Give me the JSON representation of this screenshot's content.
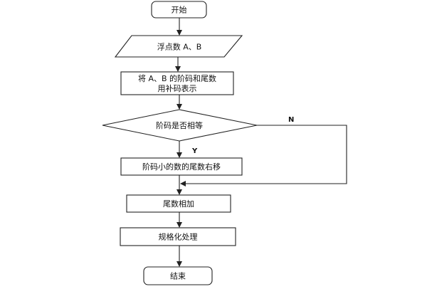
{
  "flowchart": {
    "nodes": {
      "start": "开始",
      "input": "浮点数 A、B",
      "convert_line1": "将 A、B 的阶码和尾数",
      "convert_line2": "用补码表示",
      "decision": "阶码是否相等",
      "shift": "阶码小的数的尾数右移",
      "add": "尾数相加",
      "normalize": "规格化处理",
      "end": "结束"
    },
    "edge_labels": {
      "yes": "Y",
      "no": "N"
    }
  },
  "colors": {
    "stroke": "#222222",
    "fill": "#ffffff",
    "text": "#111111"
  }
}
